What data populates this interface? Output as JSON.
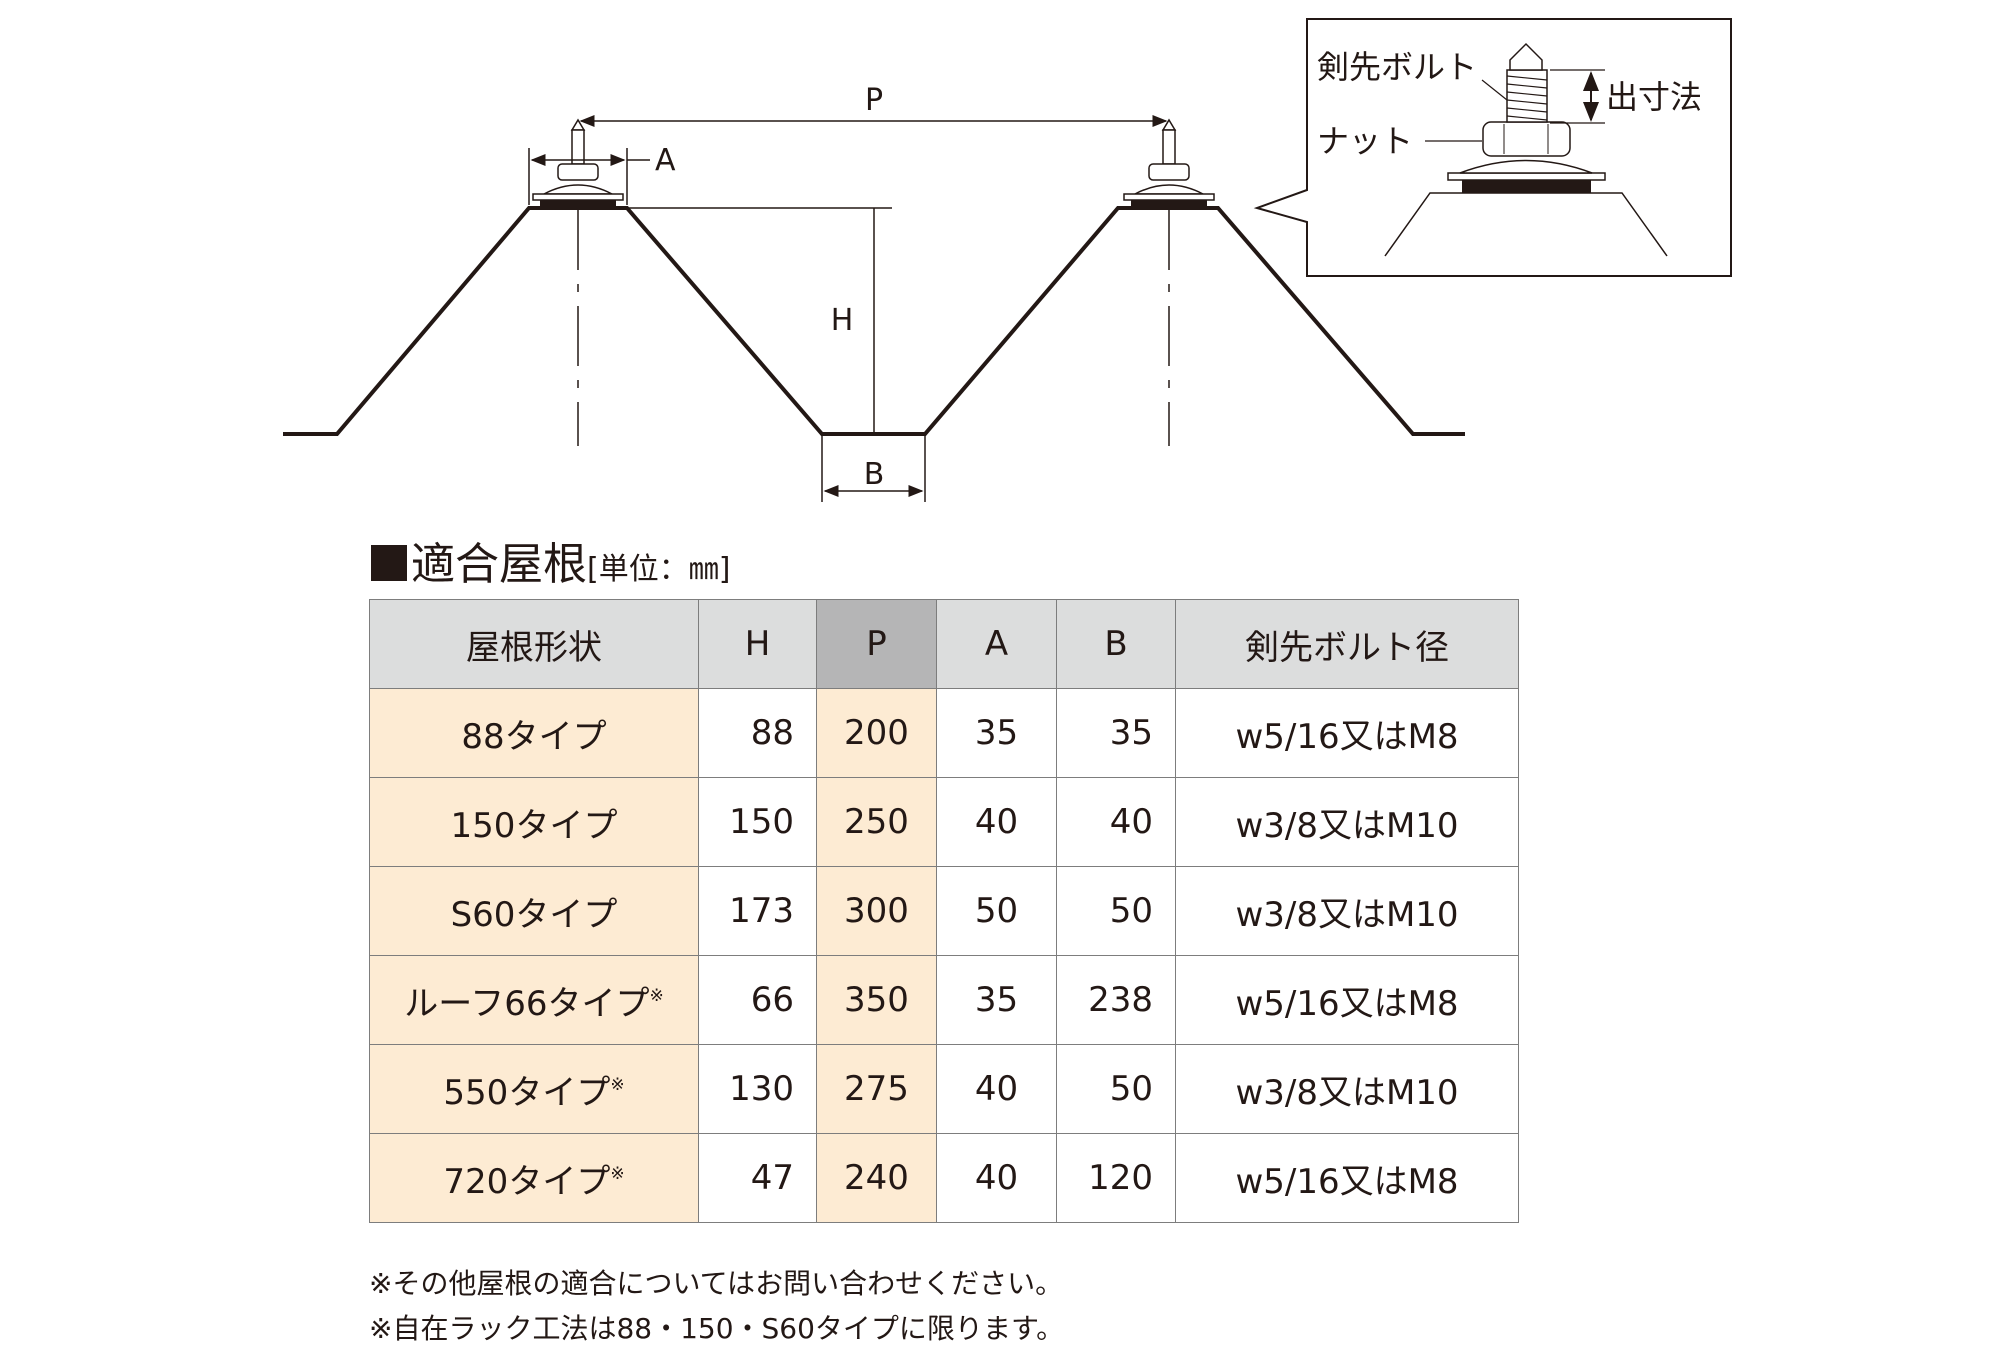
{
  "diagram": {
    "labels": {
      "P": "P",
      "A": "A",
      "H": "H",
      "B": "B"
    },
    "inset": {
      "bolt": "剣先ボルト",
      "nut": "ナット",
      "protrusion": "出寸法"
    }
  },
  "section": {
    "title": "適合屋根",
    "unit": "[単位：㎜]"
  },
  "table": {
    "headers": [
      "屋根形状",
      "H",
      "P",
      "A",
      "B",
      "剣先ボルト径"
    ],
    "rows": [
      {
        "name": "88タイプ",
        "note": "",
        "H": "88",
        "P": "200",
        "A": "35",
        "B": "35",
        "bolt": "w5/16又はM8"
      },
      {
        "name": "150タイプ",
        "note": "",
        "H": "150",
        "P": "250",
        "A": "40",
        "B": "40",
        "bolt": "w3/8又はM10"
      },
      {
        "name": "S60タイプ",
        "note": "",
        "H": "173",
        "P": "300",
        "A": "50",
        "B": "50",
        "bolt": "w3/8又はM10"
      },
      {
        "name": "ルーフ66タイプ",
        "note": "※",
        "H": "66",
        "P": "350",
        "A": "35",
        "B": "238",
        "bolt": "w5/16又はM8"
      },
      {
        "name": "550タイプ",
        "note": "※",
        "H": "130",
        "P": "275",
        "A": "40",
        "B": "50",
        "bolt": "w3/8又はM10"
      },
      {
        "name": "720タイプ",
        "note": "※",
        "H": "47",
        "P": "240",
        "A": "40",
        "B": "120",
        "bolt": "w5/16又はM8"
      }
    ]
  },
  "notes": [
    "※その他屋根の適合についてはお問い合わせください。",
    "※自在ラック工法は88・150・S60タイプに限ります。"
  ],
  "colors": {
    "header": "#dcdddd",
    "header_p": "#b5b5b6",
    "highlight": "#fdebd3",
    "ink": "#231815"
  }
}
